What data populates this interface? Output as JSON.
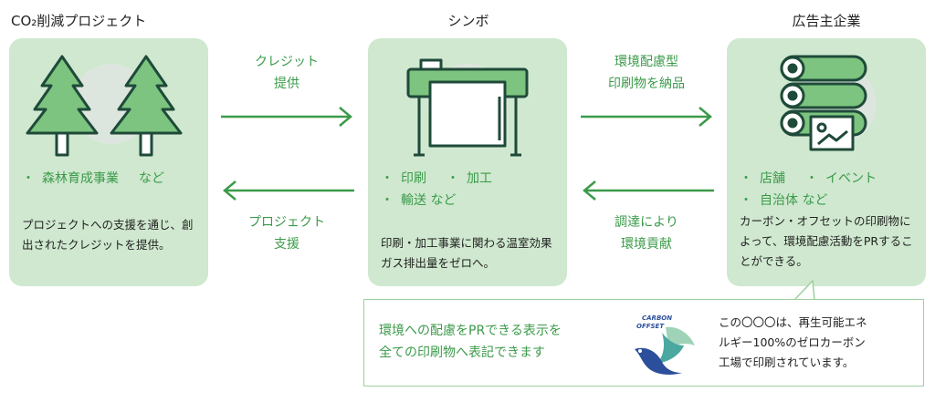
{
  "columns": [
    {
      "title": "CO₂削減プロジェクト",
      "icon": "trees-icon",
      "bullets": [
        [
          "森林育成事業",
          "など"
        ]
      ],
      "desc": "プロジェクトへの支援を通じ、創出されたクレジットを提供。"
    },
    {
      "title": "シンボ",
      "icon": "printer-icon",
      "bullets": [
        [
          "印刷",
          "加工"
        ],
        [
          "輸送 など"
        ]
      ],
      "desc": "印刷・加工事業に関わる温室効果ガス排出量をゼロへ。"
    },
    {
      "title": "広告主企業",
      "icon": "paper-rolls-icon",
      "bullets": [
        [
          "店舗",
          "イベント"
        ],
        [
          "自治体 など"
        ]
      ],
      "desc": "カーボン・オフセットの印刷物によって、環境配慮活動をPRすることができる。"
    }
  ],
  "arrows": {
    "a1_top": [
      "クレジット",
      "提供"
    ],
    "a1_bottom": [
      "プロジェクト",
      "支援"
    ],
    "a2_top": [
      "環境配慮型",
      "印刷物を納品"
    ],
    "a2_bottom": [
      "調達により",
      "環境貢献"
    ]
  },
  "callout": {
    "left_lines": [
      "環境への配慮をPRできる表示を",
      "全ての印刷物へ表記できます"
    ],
    "logo_text": [
      "CARBON",
      "OFFSET"
    ],
    "right_lines": [
      "この〇〇〇は、再生可能エネ",
      "ルギー100%のゼロカーボン",
      "工場で印刷されています。"
    ]
  },
  "colors": {
    "accent": "#3b9a4a",
    "box_bg": "#cfe8cf",
    "icon_fill": "#7cc47f",
    "icon_stroke": "#1f4a3a"
  }
}
